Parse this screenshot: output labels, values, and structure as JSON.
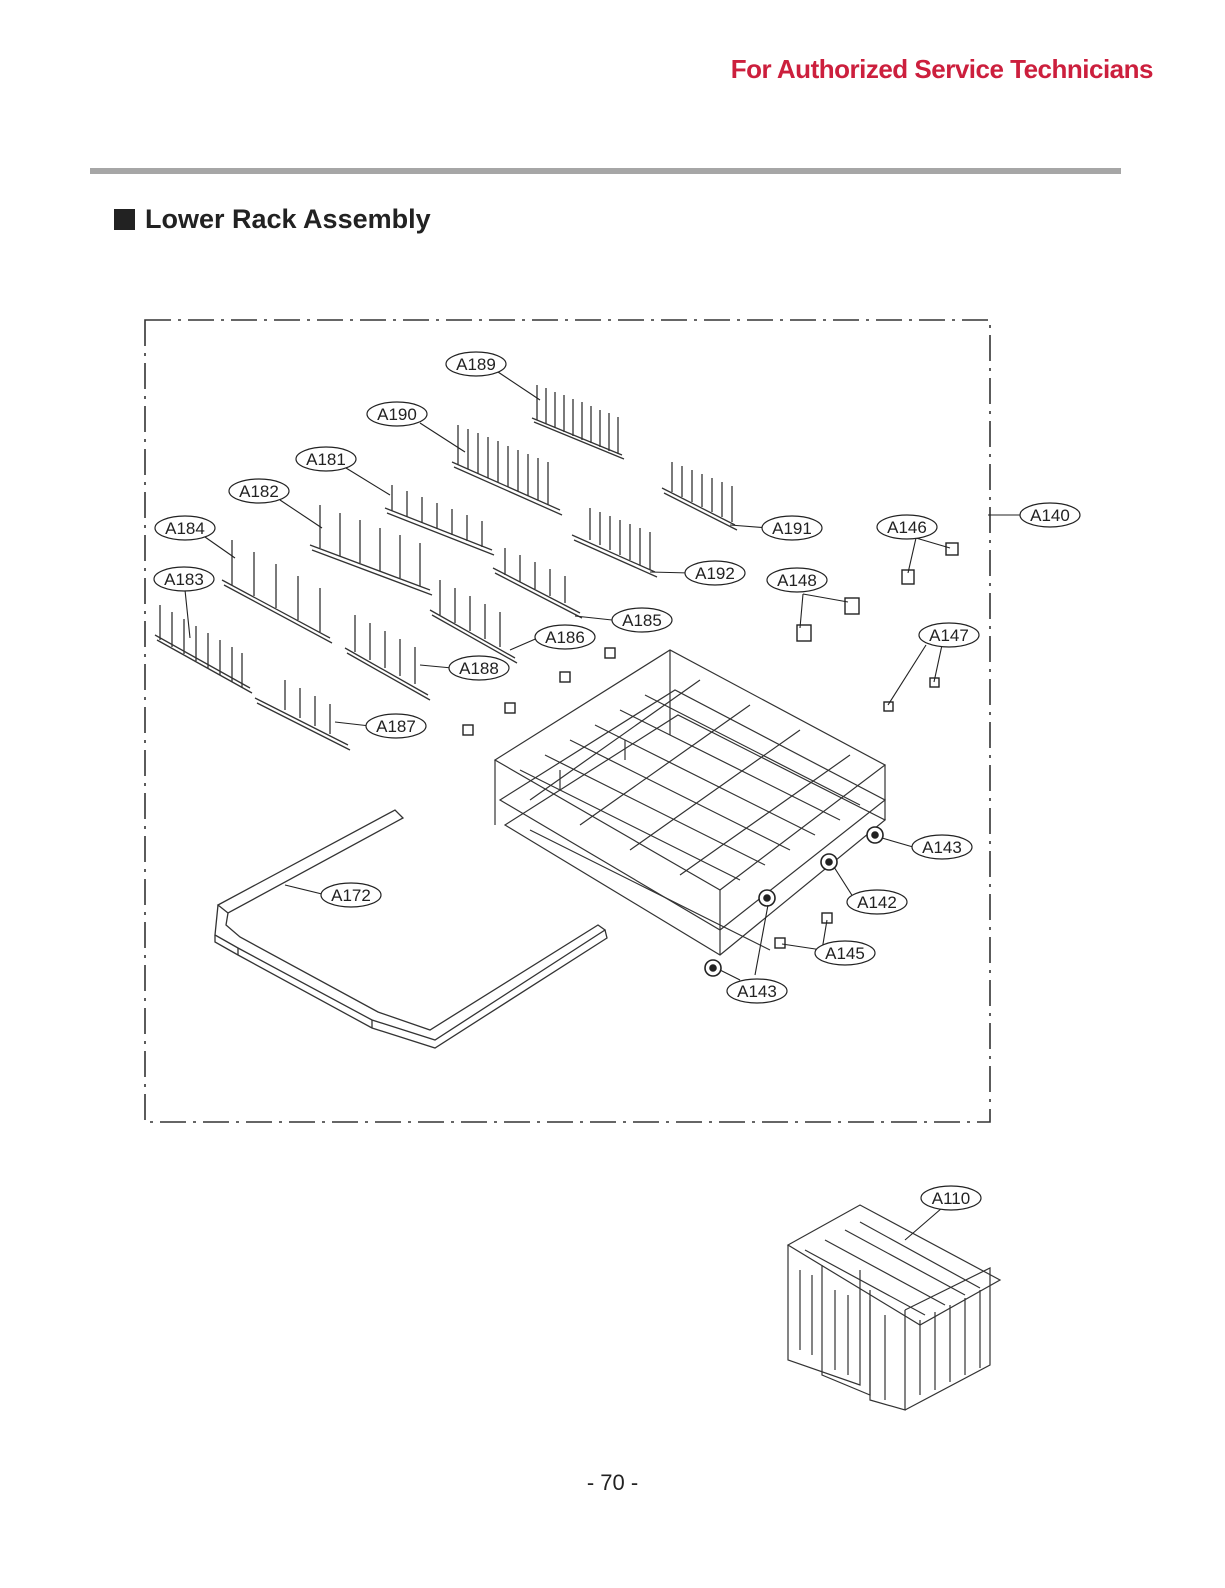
{
  "header": {
    "text": "For Authorized Service Technicians",
    "color": "#cc1f3d"
  },
  "section": {
    "title": "Lower Rack Assembly"
  },
  "callouts": {
    "a189": "A189",
    "a190": "A190",
    "a181": "A181",
    "a182": "A182",
    "a184": "A184",
    "a183": "A183",
    "a191": "A191",
    "a192": "A192",
    "a185": "A185",
    "a186": "A186",
    "a188": "A188",
    "a187": "A187",
    "a146": "A146",
    "a140": "A140",
    "a148": "A148",
    "a147": "A147",
    "a143a": "A143",
    "a142": "A142",
    "a172": "A172",
    "a145": "A145",
    "a143b": "A143",
    "a110": "A110"
  },
  "footer": {
    "page_number": "- 70 -"
  }
}
